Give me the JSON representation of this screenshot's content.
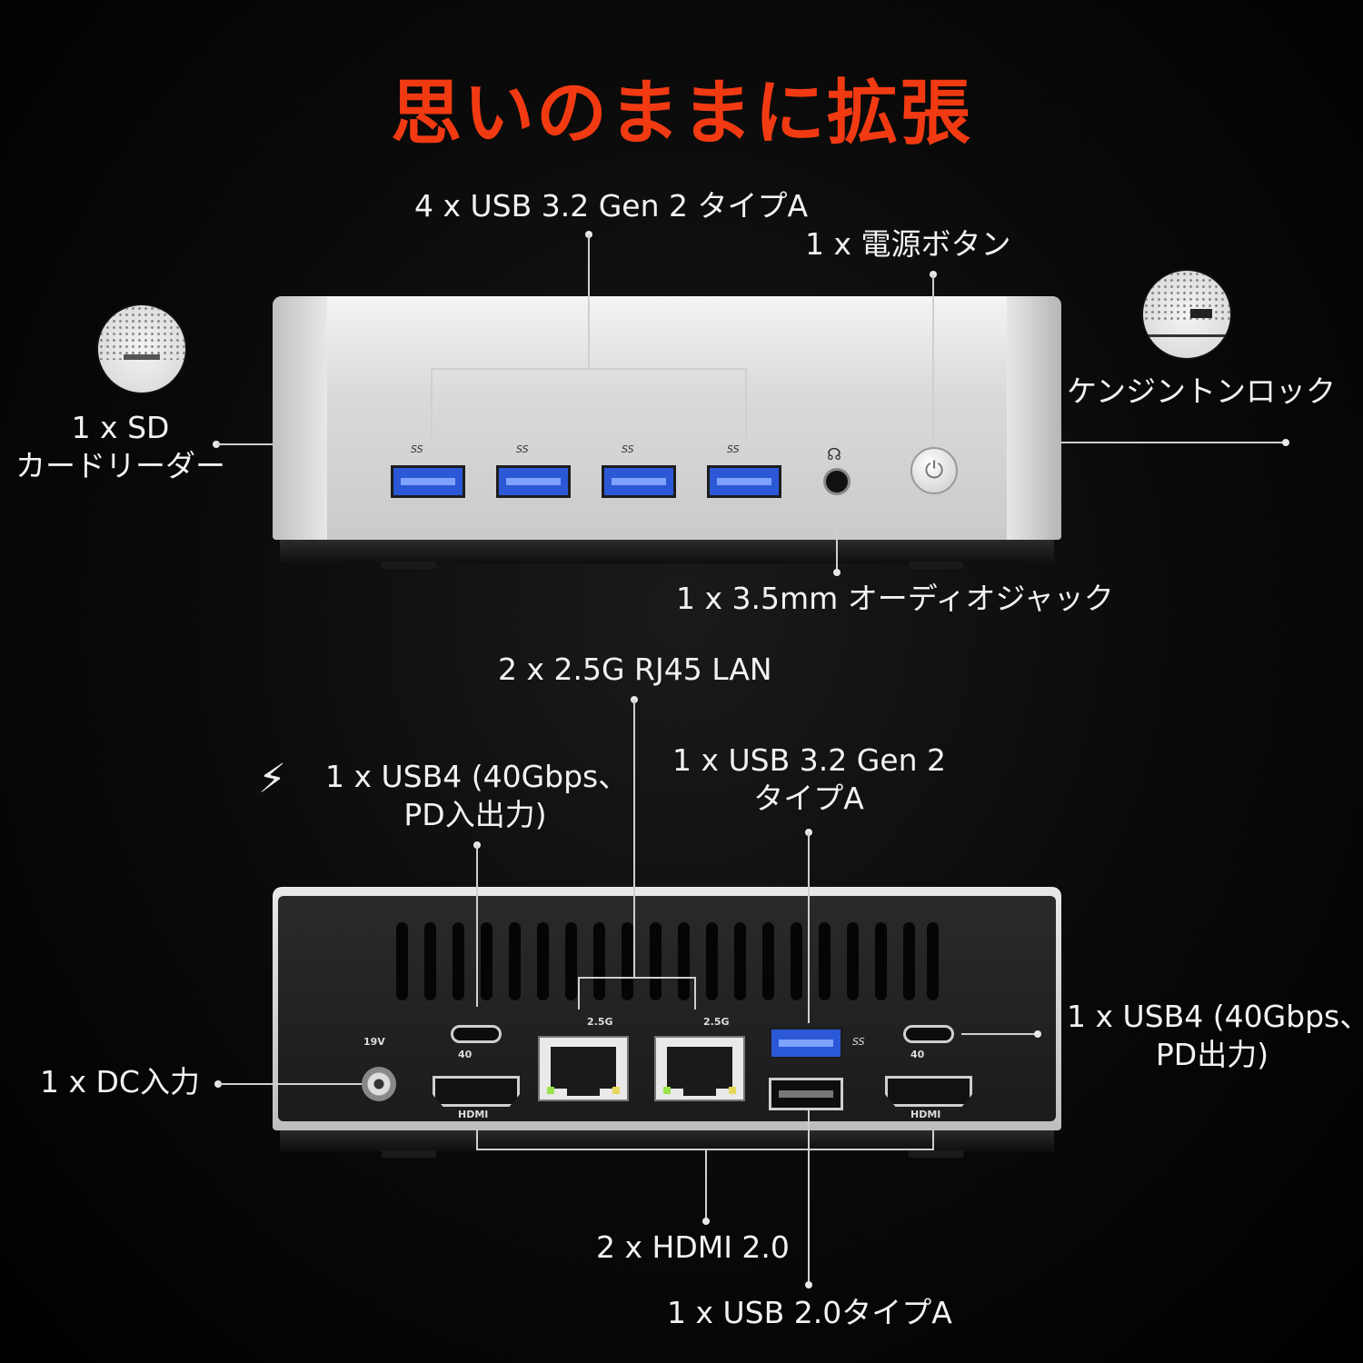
{
  "title": "思いのままに拡張",
  "front": {
    "labels": {
      "usb_a": "4 x USB 3.2 Gen 2 タイプA",
      "power": "1 x 電源ボタン",
      "sd_line1": "1 x SD",
      "sd_line2": "カードリーダー",
      "kensington": "ケンジントンロック",
      "audio": "1 x 3.5mm オーディオジャック"
    },
    "usb_logo": "SS",
    "icons": [
      "sd-card-detail-icon",
      "kensington-detail-icon",
      "power-icon",
      "headphone-icon"
    ]
  },
  "rear": {
    "labels": {
      "lan": "2 x 2.5G RJ45 LAN",
      "usb4_pd_line1": "1 x USB4 (40Gbps、",
      "usb4_pd_line2": "PD入出力)",
      "usb32_line1": "1 x USB 3.2 Gen 2",
      "usb32_line2": "タイプA",
      "usb4_right_line1": "1 x USB4 (40Gbps、",
      "usb4_right_line2": "PD出力)",
      "dc": "1 x DC入力",
      "hdmi": "2 x HDMI 2.0",
      "usb2": "1 x USB 2.0タイプA"
    },
    "port_marks": {
      "lan_speed": "2.5G",
      "hdmi": "HDMI",
      "dc_voltage": "19V",
      "usb4_mark": "40"
    },
    "icons": [
      "charging-plug-icon"
    ]
  },
  "colors": {
    "title": "#f23a12",
    "usb3_blue": "#2b58d6",
    "background": "#000000"
  }
}
